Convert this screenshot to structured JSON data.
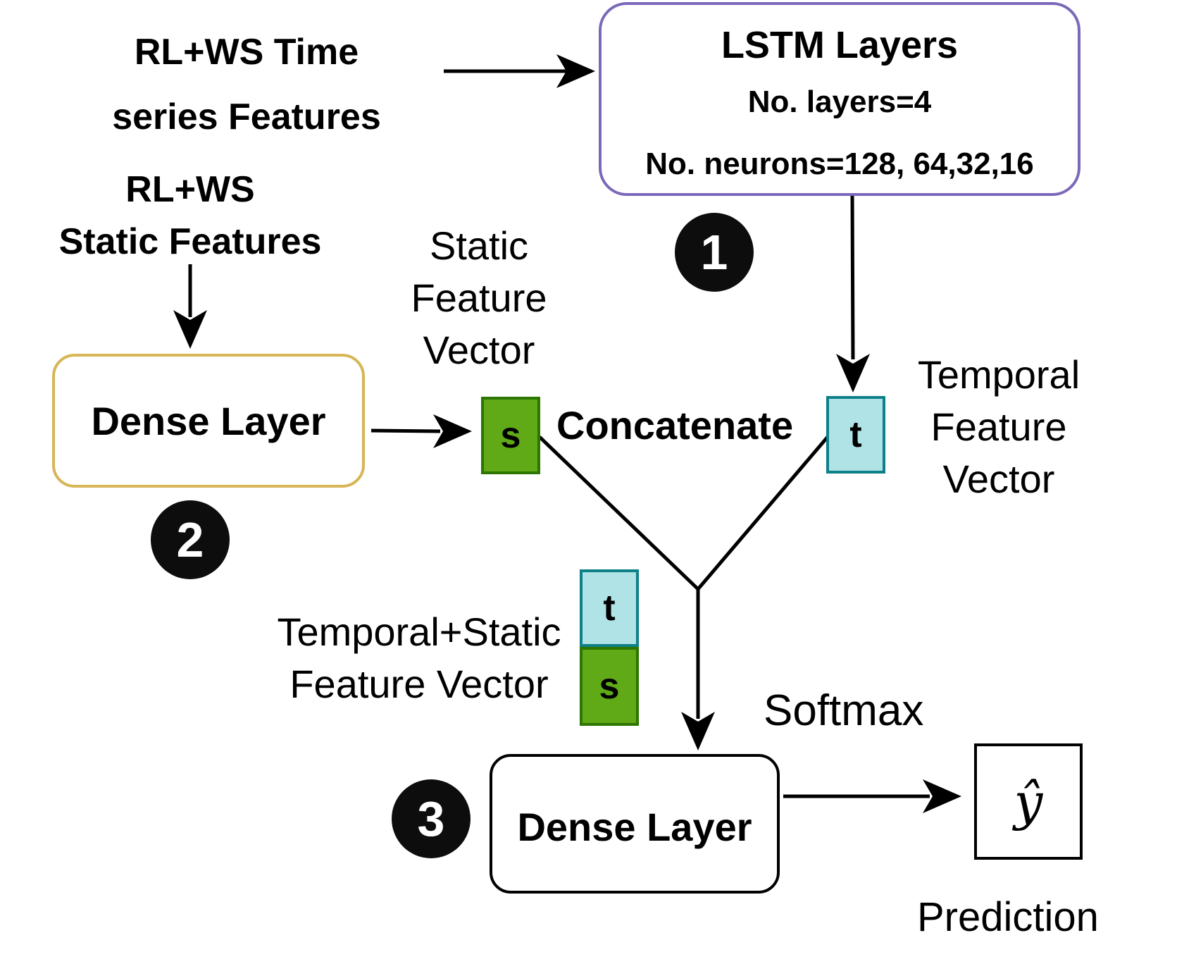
{
  "inputs": {
    "timeseries_line1": "RL+WS Time",
    "timeseries_line2": "series Features",
    "static_line1": "RL+WS",
    "static_line2": "Static Features"
  },
  "lstm": {
    "title": "LSTM Layers",
    "layers": "No. layers=4",
    "neurons": "No. neurons=128, 64,32,16"
  },
  "dense_top": {
    "label": "Dense Layer"
  },
  "dense_bottom": {
    "label": "Dense Layer"
  },
  "markers": {
    "one": "1",
    "two": "2",
    "three": "3"
  },
  "static_vector_label": {
    "l1": "Static",
    "l2": "Feature",
    "l3": "Vector"
  },
  "temporal_vector_label": {
    "l1": "Temporal",
    "l2": "Feature",
    "l3": "Vector"
  },
  "combined_vector_label": {
    "l1": "Temporal+Static",
    "l2": "Feature Vector"
  },
  "concatenate": "Concatenate",
  "static_symbol": "s",
  "temporal_symbol": "t",
  "softmax": "Softmax",
  "prediction": "Prediction",
  "output_symbol": "ŷ",
  "colors": {
    "lstm_border": "#7b68b8",
    "dense_top_border": "#d6b656",
    "static_fill": "#60a917",
    "static_border": "#2d7600",
    "temporal_fill": "#b0e3e6",
    "temporal_border": "#0e8088"
  }
}
